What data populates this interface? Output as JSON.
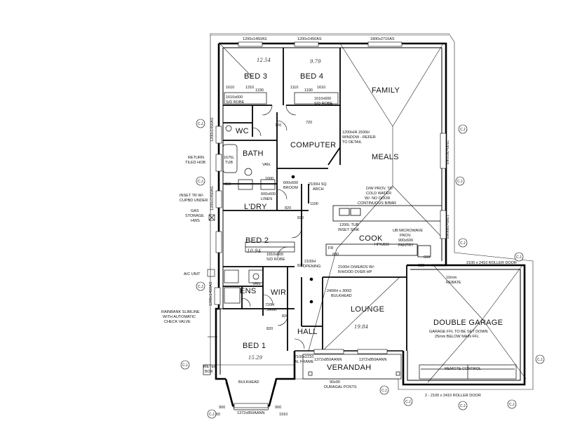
{
  "rooms": {
    "bed3": "BED 3",
    "bed4": "BED 4",
    "family": "FAMILY",
    "meals": "MEALS",
    "computer": "COMPUTER",
    "wc": "WC",
    "bath": "BATH",
    "ldry": "L'DRY",
    "bed2": "BED 2",
    "cook": "COOK",
    "ens": "ENS",
    "wir": "WIR",
    "lounge": "LOUNGE",
    "hall": "HALL",
    "bed1": "BED 1",
    "double_garage": "DOUBLE GARAGE",
    "verandah": "VERANDAH"
  },
  "top_dims": {
    "window1": "1200x1450AS",
    "window2": "1200x1450AS",
    "window3": "1800x2710AS"
  },
  "notes": {
    "bed3_w1": "1610",
    "bed3_w2": "1310",
    "bed4_w1": "1110",
    "bed4_w2": "1610",
    "robe_bed3": "1610x600",
    "robe_bed3_b": "S/D ROBE",
    "robe_bed4": "1610x600",
    "robe_bed4_b": "S/D ROBE",
    "d1": "720",
    "d2": "720",
    "window_note1": "1200H/A 1500H",
    "window_note2": "WINDOW - REFER",
    "window_note3": "TO DETAIL",
    "return_tiled": "RETURN",
    "return_tiled_b": "TILED HOB",
    "tub": "1675L",
    "tub_b": "TUB",
    "van_bath": "VAN.",
    "linen_dim": "600x600",
    "linen": "LINEN",
    "broom": "600x600",
    "broom_b": "BROOM",
    "arch1": "2100H SQ",
    "arch1_b": "ARCH",
    "d1100": "1100",
    "d820a": "820",
    "d820b": "820",
    "d820c": "820",
    "d820d": "820",
    "d650": "650",
    "d1000": "1000",
    "inset_tr": "INSET TR W/-",
    "inset_tr_b": "CUPBD UNDER",
    "gas_storage": "GAS",
    "gas_storage_b": "STORAGE",
    "gas_storage_c": "HWS",
    "dw_prov": "D/W PROV. TO",
    "dw_prov_b": "COLD WATER",
    "dw_prov_c": "W/- NO DOOR",
    "dw_prov_d": "CONTINUOUS B/BAR",
    "sink": "1200L TUB",
    "sink_b": "INSET SINK",
    "ub_micro": "UB MICROWAVE",
    "ub_micro_b": "PROV.",
    "pantry": "900x600",
    "pantry_b": "PANTRY",
    "hp": "HP/UBO",
    "fr": "FR",
    "d900": "900",
    "d835": "835",
    "d600": "600",
    "robe_bed2": "1810x600",
    "robe_bed2_b": "S/D ROBE",
    "opening": "2100H",
    "opening_b": "OPENING",
    "overhead": "2100H O/HEADS W/-",
    "overhead_b": "R/HOOD OVER HP",
    "bulkhead_l": "2400H x 300D",
    "bulkhead_l_b": "BULKHEAD",
    "ac_unit": "A/C UNIT",
    "rainbank": "RAINBANK SLIMLINE",
    "rainbank_b": "WITH AUTOMATIC",
    "rainbank_c": "CHECK VALVE",
    "van_ens": "VAN.",
    "jamb": "720H",
    "jamb_b": "JAMB",
    "d820e": "820",
    "roller_door_top": "2100 x 2410 ROLLER DOOR",
    "rebate": "10mm",
    "rebate_b": "REBATE",
    "garage_ffl": "GARAGE FFL TO BE SET DOWN",
    "garage_ffl_b": "25mm BELOW MAIN FFL",
    "remote": "REMOTE CONTROL",
    "roller_door_bottom": "2 - 2100 x 2410 ROLLER DOOR",
    "window_v1": "1372x850AANN",
    "window_v2": "1372x850AANN",
    "frame_note": "2100x1210",
    "frame_note_b": "AL FRAME",
    "duragal": "90x90",
    "duragal_b": "DURAGAL POSTS",
    "meter": "METER",
    "meter_b": "BOX",
    "bulkhead_bed1": "BULKHEAD",
    "bay_window": "1372x850AANN",
    "bay_d1": "900",
    "bay_d2": "1650",
    "bay_d3": "900",
    "bay_d4": "1910",
    "right_v1": "2100x2610AS",
    "right_v2": "1200x1800AS",
    "left_v1": "1200x1450AS",
    "left_v2": "1200x1450AS",
    "left_v3": "1200x1450AS",
    "d1190a": "1190",
    "d1190b": "1190"
  },
  "handwritten": {
    "bed3": "12.54",
    "bed4": "9.79",
    "bed2": "10.94",
    "bed1": "15.29",
    "lounge": "19.84"
  },
  "control_joint": "C.J."
}
